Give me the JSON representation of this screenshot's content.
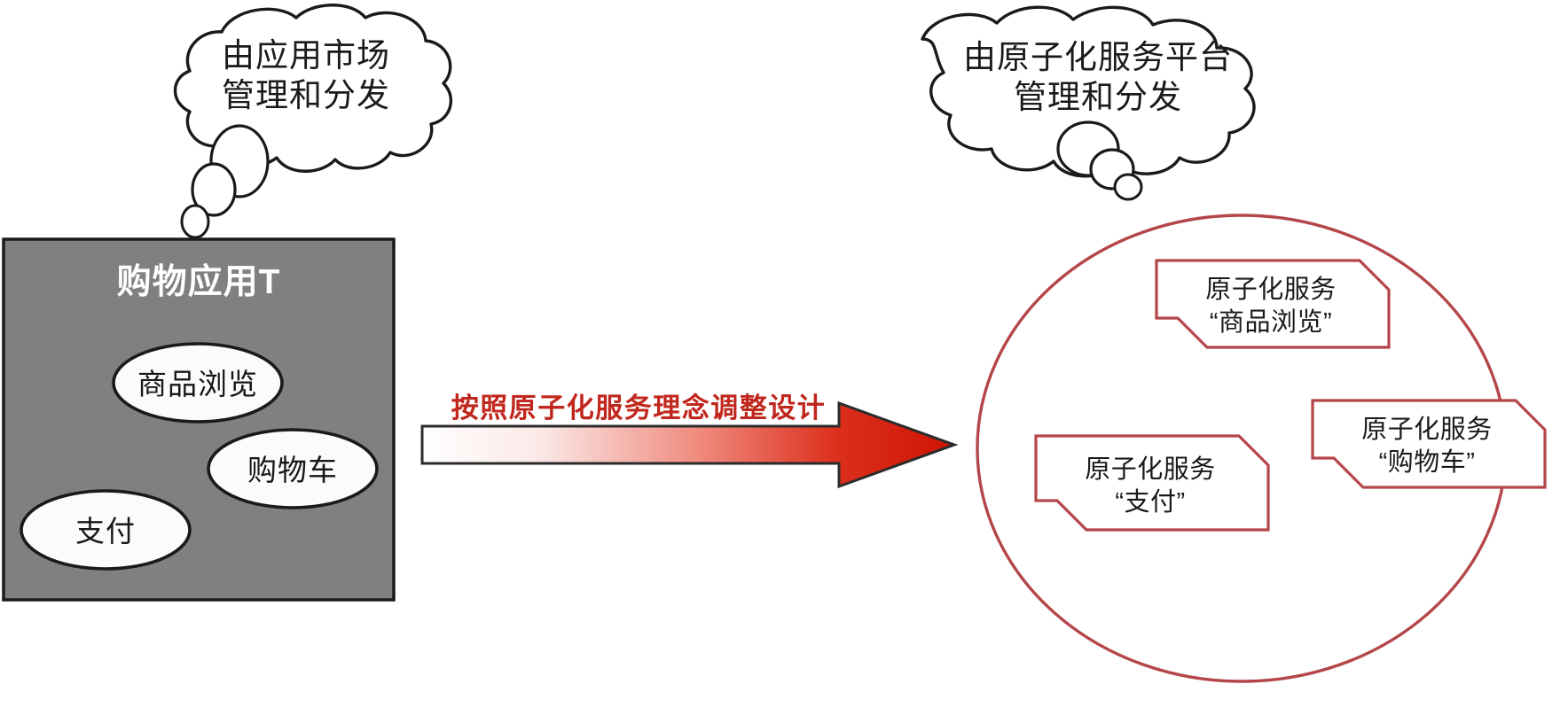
{
  "diagram": {
    "title_hidden": "",
    "left": {
      "thought_bubble": "由应用市场\n管理和分发",
      "app_box": {
        "title": "购物应用T",
        "fill_color": "#808080",
        "border_color": "#1a1a1a",
        "modules": [
          {
            "label": "商品浏览"
          },
          {
            "label": "购物车"
          },
          {
            "label": "支付"
          }
        ]
      }
    },
    "arrow": {
      "label": "按照原子化服务理念调整设计",
      "color_start": "#ffffff",
      "color_end": "#d01b0f",
      "label_color": "#c0271d"
    },
    "right": {
      "thought_bubble": "由原子化服务平台\n管理和分发",
      "platform_circle": {
        "border_color": "#b4464a",
        "services": [
          {
            "line1": "原子化服务",
            "line2": "“商品浏览”"
          },
          {
            "line1": "原子化服务",
            "line2": "“购物车”"
          },
          {
            "line1": "原子化服务",
            "line2": "“支付”"
          }
        ]
      }
    }
  }
}
